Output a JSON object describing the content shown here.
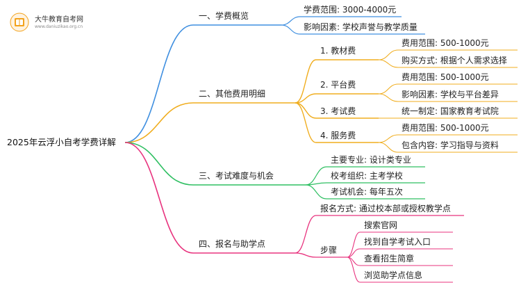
{
  "logo": {
    "title": "大牛教育自考网",
    "subtitle": "www.daniuzikao.org.cn"
  },
  "colors": {
    "branch1": "#3f8fe0",
    "branch2": "#f0ad1e",
    "branch3": "#2fbf62",
    "branch4": "#e8337e"
  },
  "mindmap": {
    "root": "2025年云浮小自考学费详解",
    "b1": {
      "label": "一、学费概览",
      "items": [
        "学费范围: 3000-4000元",
        "影响因素: 学校声誉与教学质量"
      ]
    },
    "b2": {
      "label": "二、其他费用明细",
      "fees": [
        {
          "label": "1. 教材费",
          "items": [
            "费用范围: 500-1000元",
            "购买方式: 根据个人需求选择"
          ]
        },
        {
          "label": "2. 平台费",
          "items": [
            "费用范围: 500-1000元",
            "影响因素: 学校与平台差异"
          ]
        },
        {
          "label": "3. 考试费",
          "items": [
            "统一制定: 国家教育考试院"
          ]
        },
        {
          "label": "4. 服务费",
          "items": [
            "费用范围: 500-1000元",
            "包含内容: 学习指导与资料"
          ]
        }
      ]
    },
    "b3": {
      "label": "三、考试难度与机会",
      "items": [
        "主要专业: 设计类专业",
        "校考组织: 主考学校",
        "考试机会: 每年五次"
      ]
    },
    "b4": {
      "label": "四、报名与助学点",
      "method": "报名方式: 通过校本部或授权教学点",
      "steps_label": "步骤",
      "steps": [
        "搜索官网",
        "找到自学考试入口",
        "查看招生简章",
        "浏览助学点信息"
      ]
    }
  }
}
